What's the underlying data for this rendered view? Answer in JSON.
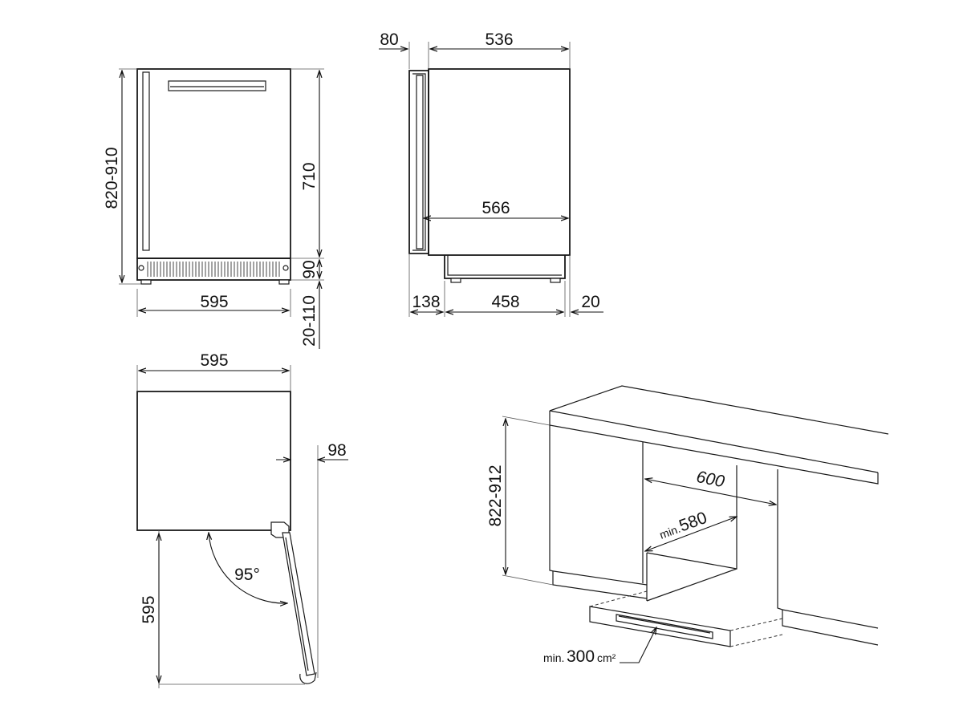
{
  "front_view": {
    "height_total": "820-910",
    "height_body": "710",
    "height_plinth": "90",
    "height_feet": "20-110",
    "width": "595"
  },
  "side_view": {
    "door_depth": "80",
    "body_depth": "536",
    "inner_depth": "566",
    "front_offset": "138",
    "base_depth": "458",
    "rear_gap": "20"
  },
  "top_view": {
    "width": "595",
    "side_clearance": "98",
    "door_swing": "595",
    "opening_angle": "95°"
  },
  "installation": {
    "niche_height": "822-912",
    "niche_width": "600",
    "niche_depth_prefix": "min.",
    "niche_depth": "580",
    "vent_prefix": "min.",
    "vent_area": "300",
    "vent_unit": "cm²"
  }
}
